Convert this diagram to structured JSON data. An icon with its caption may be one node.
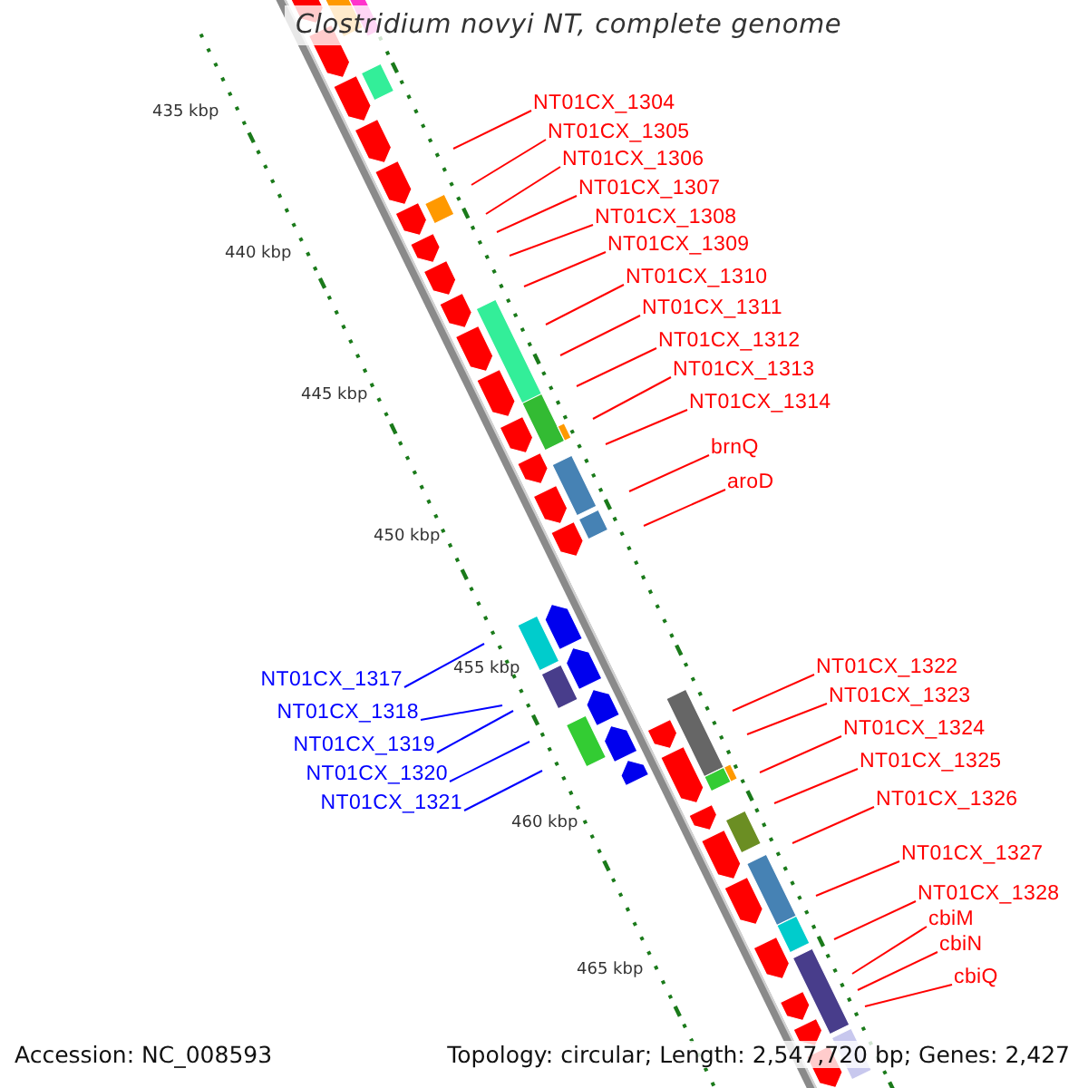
{
  "diagram": {
    "title": "Clostridium novyi NT, complete genome",
    "nodes": [
      {
        "text": [
          "NT01CX_1304"
        ]
      },
      {
        "text": [
          "NT01CX_1305"
        ]
      },
      {
        "text": [
          "NT01CX_1306"
        ]
      },
      {
        "text": [
          "NT01CX_1307"
        ]
      },
      {
        "text": [
          "NT01CX_1308"
        ]
      },
      {
        "text": [
          "NT01CX_1309"
        ]
      },
      {
        "text": [
          "NT01CX_1310"
        ]
      },
      {
        "text": [
          "NT01CX_1311"
        ]
      },
      {
        "text": [
          "NT01CX_1312"
        ]
      },
      {
        "text": [
          "NT01CX_1313"
        ]
      },
      {
        "text": [
          "NT01CX_1314"
        ]
      },
      {
        "text": [
          "brnQ"
        ]
      },
      {
        "text": [
          "aroD"
        ]
      },
      {
        "text": [
          "NT01CX_1317"
        ]
      },
      {
        "text": [
          "NT01CX_1318"
        ]
      },
      {
        "text": [
          "NT01CX_1319"
        ]
      },
      {
        "text": [
          "NT01CX_1320"
        ]
      },
      {
        "text": [
          "NT01CX_1321"
        ]
      },
      {
        "text": [
          "NT01CX_1322"
        ]
      },
      {
        "text": [
          "NT01CX_1323"
        ]
      },
      {
        "text": [
          "NT01CX_1324"
        ]
      },
      {
        "text": [
          "NT01CX_1325"
        ]
      },
      {
        "text": [
          "NT01CX_1326"
        ]
      },
      {
        "text": [
          "NT01CX_1327"
        ]
      },
      {
        "text": [
          "NT01CX_1328"
        ]
      },
      {
        "text": [
          "cbiM"
        ]
      },
      {
        "text": [
          "cbiN"
        ]
      },
      {
        "text": [
          "cbiQ"
        ]
      }
    ],
    "edges": [
      {
        "from": 0,
        "to": null,
        "arrow": "none"
      },
      {
        "from": 1,
        "to": null,
        "arrow": "none"
      },
      {
        "from": 2,
        "to": null,
        "arrow": "none"
      },
      {
        "from": 3,
        "to": null,
        "arrow": "none"
      },
      {
        "from": 4,
        "to": null,
        "arrow": "none"
      },
      {
        "from": 5,
        "to": null,
        "arrow": "none"
      },
      {
        "from": 6,
        "to": null,
        "arrow": "none"
      },
      {
        "from": 7,
        "to": null,
        "arrow": "none"
      },
      {
        "from": 8,
        "to": null,
        "arrow": "none"
      },
      {
        "from": 9,
        "to": null,
        "arrow": "none"
      },
      {
        "from": 10,
        "to": null,
        "arrow": "none"
      },
      {
        "from": 11,
        "to": null,
        "arrow": "none"
      },
      {
        "from": 12,
        "to": null,
        "arrow": "none"
      },
      {
        "from": 13,
        "to": null,
        "arrow": "none",
        "color": "#0000ff"
      },
      {
        "from": 14,
        "to": null,
        "arrow": "none",
        "color": "#0000ff"
      },
      {
        "from": 15,
        "to": null,
        "arrow": "none",
        "color": "#0000ff"
      },
      {
        "from": 16,
        "to": null,
        "arrow": "none",
        "color": "#0000ff"
      },
      {
        "from": 17,
        "to": null,
        "arrow": "none",
        "color": "#0000ff"
      },
      {
        "from": 18,
        "to": null,
        "arrow": "none"
      },
      {
        "from": 19,
        "to": null,
        "arrow": "none"
      },
      {
        "from": 20,
        "to": null,
        "arrow": "none"
      },
      {
        "from": 21,
        "to": null,
        "arrow": "none"
      },
      {
        "from": 22,
        "to": null,
        "arrow": "none"
      },
      {
        "from": 23,
        "to": null,
        "arrow": "none"
      },
      {
        "from": 24,
        "to": null,
        "arrow": "none"
      },
      {
        "from": 25,
        "to": null,
        "arrow": "none"
      },
      {
        "from": 26,
        "to": null,
        "arrow": "none"
      },
      {
        "from": 27,
        "to": null,
        "arrow": "none"
      }
    ],
    "labels": [
      "435 kbp",
      "440 kbp",
      "445 kbp",
      "450 kbp",
      "455 kbp",
      "460 kbp",
      "465 kbp",
      "Accession: NC_008593",
      "Topology: circular; Length: 2,547,720 bp; Genes: 2,427"
    ]
  }
}
